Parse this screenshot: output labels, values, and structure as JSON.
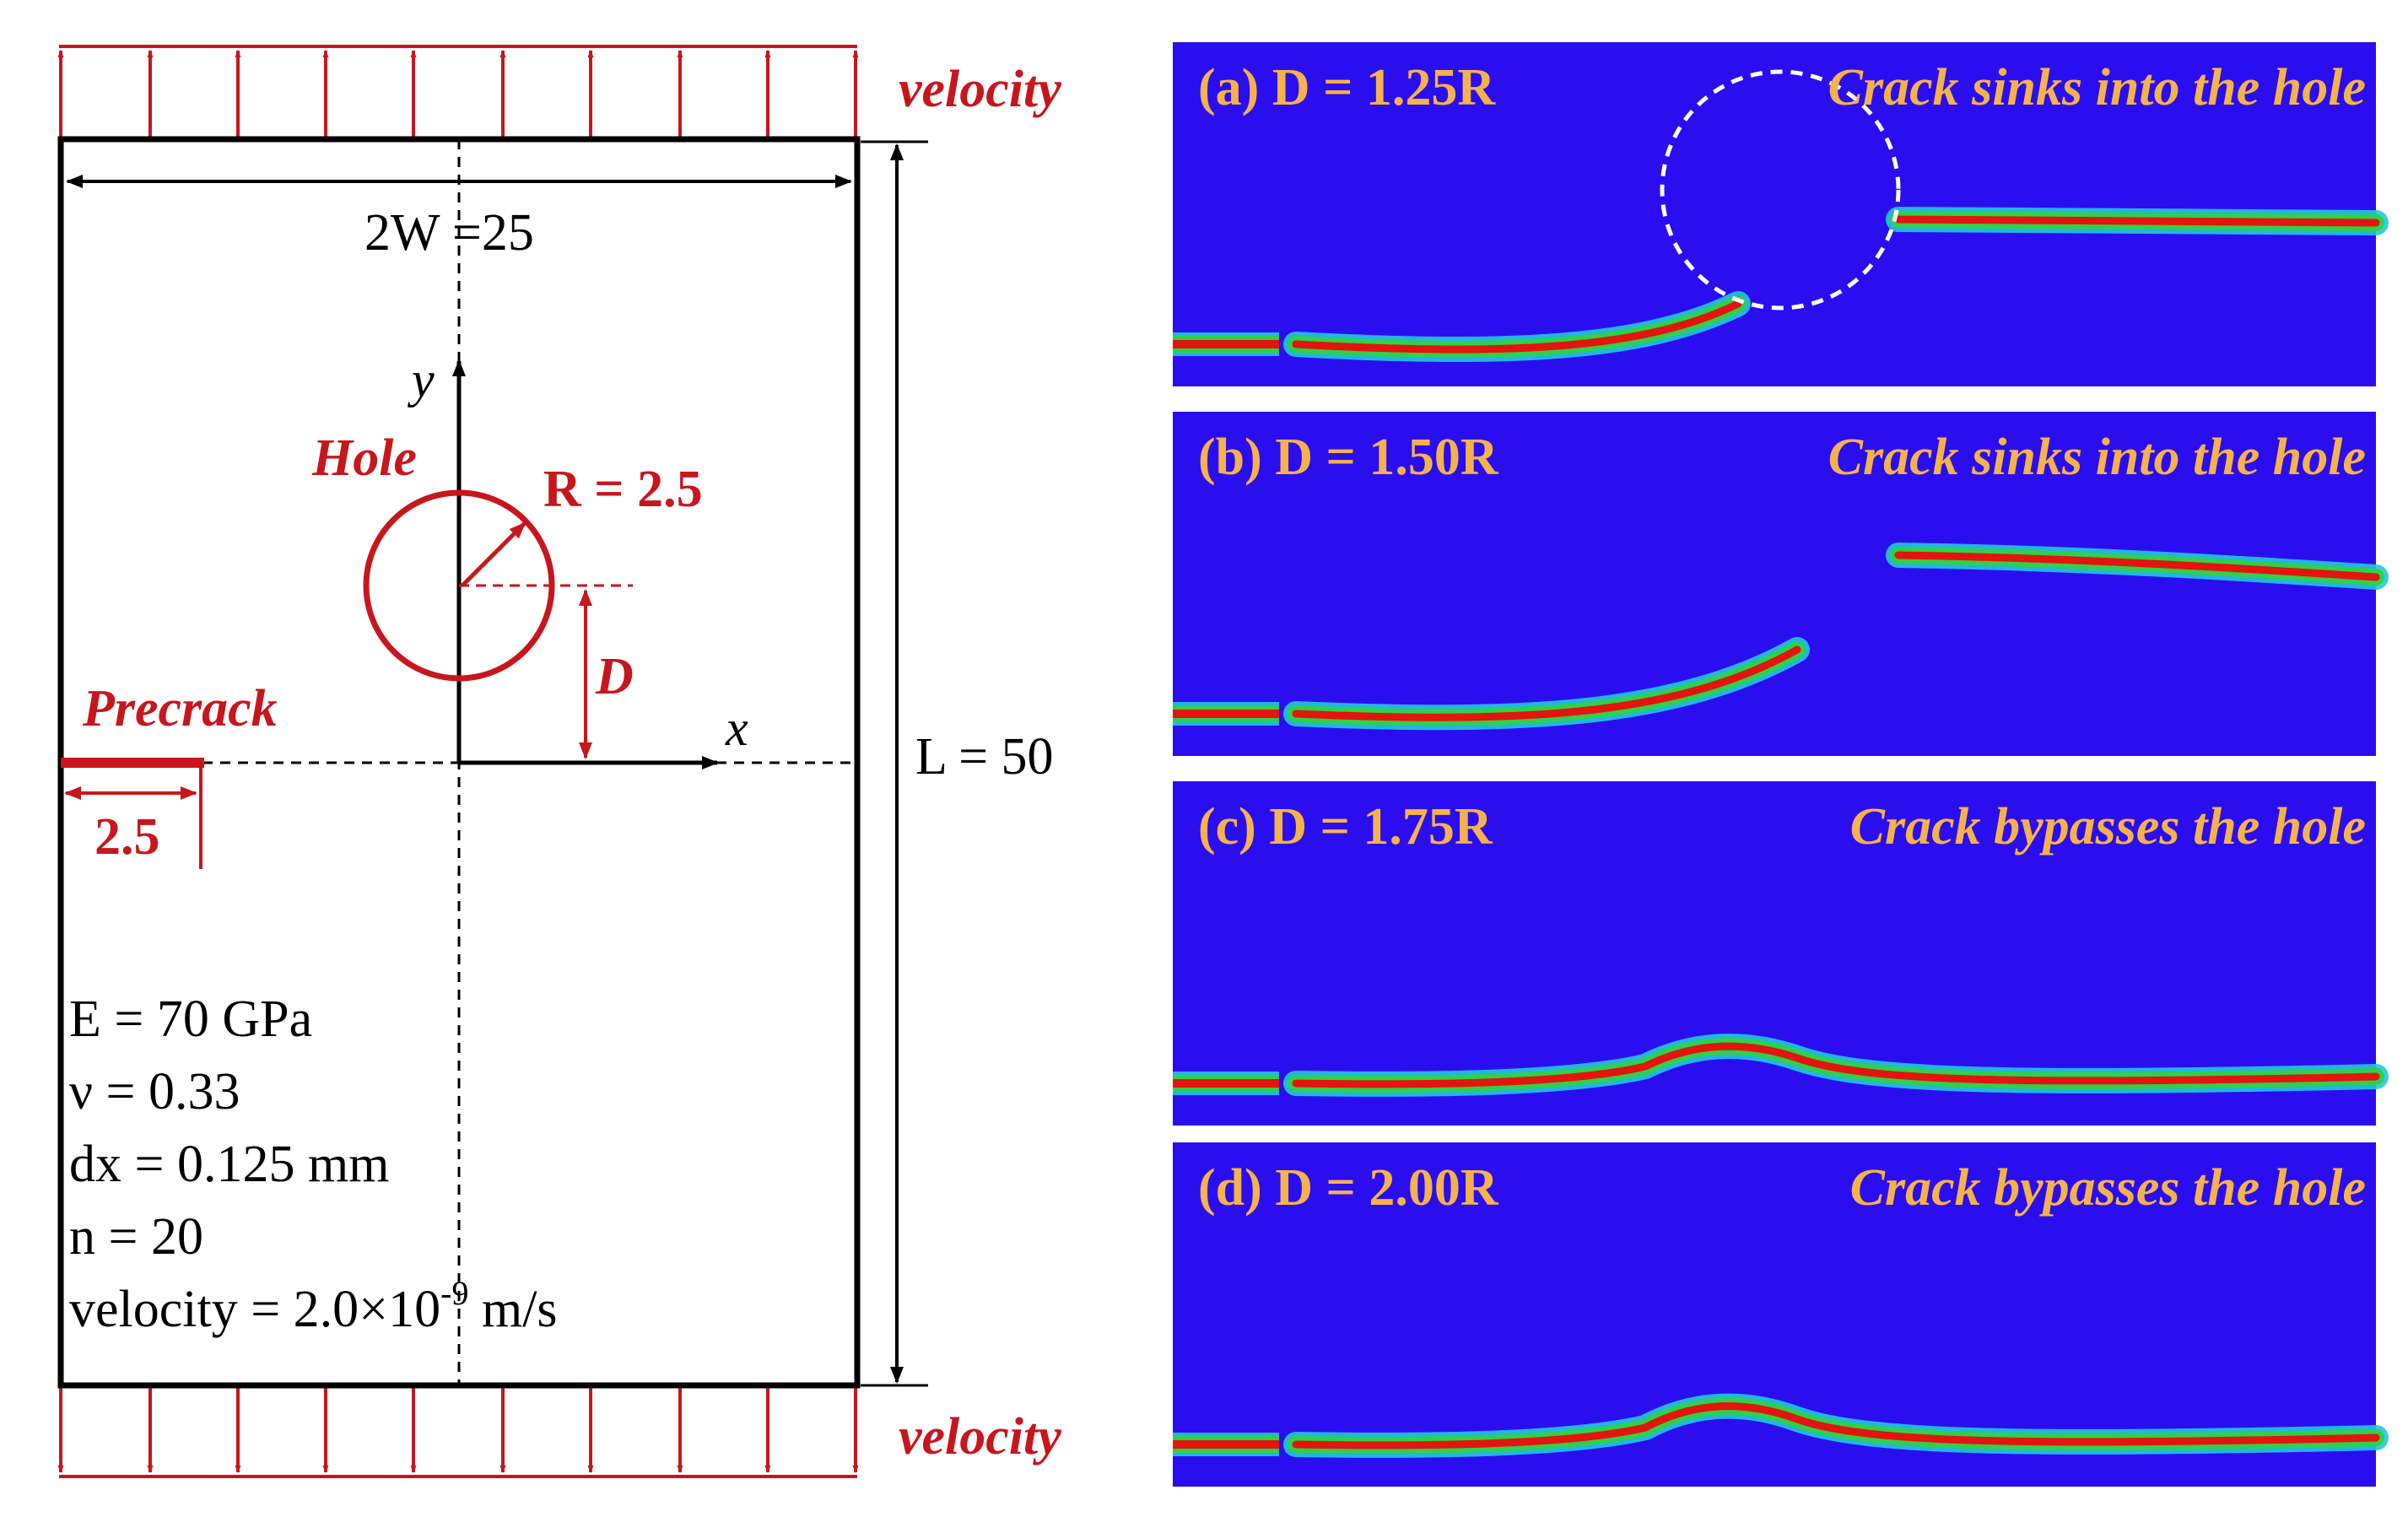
{
  "colors": {
    "red": "#c8161d",
    "black": "#000000",
    "panel_bg": "#2a0ef0",
    "panel_label": "#f6b24a",
    "crack_core": "#e4140e",
    "crack_mid": "#2fd14a",
    "crack_edge": "#22c8e0",
    "circle_dash": "#ffffff"
  },
  "schematic": {
    "velocity_top": "velocity",
    "velocity_bottom": "velocity",
    "width_label": "2W =25",
    "length_label": "L = 50",
    "axis_y": "y",
    "axis_x": "x",
    "hole_label": "Hole",
    "radius_label": "R = 2.5",
    "offset_label": "D",
    "precrack_label": "Precrack",
    "precrack_length": "2.5",
    "params": {
      "E": "E = 70 GPa",
      "nu": "ν = 0.33",
      "dx": "dx = 0.125 mm",
      "n": "n = 20",
      "velocity_base": "velocity = 2.0×10",
      "velocity_exp": "-9",
      "velocity_unit": " m/s"
    }
  },
  "panels": [
    {
      "id": "a",
      "left_label": "(a) D = 1.25R",
      "right_label": "Crack sinks into the hole",
      "outcome": "sinks",
      "show_hole_outline": true
    },
    {
      "id": "b",
      "left_label": "(b) D = 1.50R",
      "right_label": "Crack sinks into the hole",
      "outcome": "sinks",
      "show_hole_outline": false
    },
    {
      "id": "c",
      "left_label": "(c) D = 1.75R",
      "right_label": "Crack bypasses the hole",
      "outcome": "bypasses",
      "show_hole_outline": false
    },
    {
      "id": "d",
      "left_label": "(d) D = 2.00R",
      "right_label": "Crack bypasses the hole",
      "outcome": "bypasses",
      "show_hole_outline": false
    }
  ]
}
